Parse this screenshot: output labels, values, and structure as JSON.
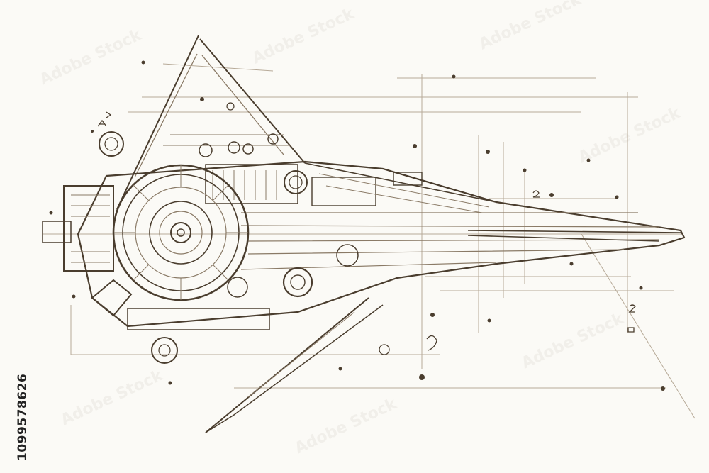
{
  "image": {
    "subject": "spaceship-blueprint-sketch",
    "palette": {
      "paper": "#fbfaf6",
      "ink": "#4a3d2e",
      "ink_light": "#8a7a66",
      "ink_faint": "#b7aa98"
    }
  },
  "watermark": {
    "side_id": "1099578626",
    "tile_text": "Adobe Stock"
  }
}
